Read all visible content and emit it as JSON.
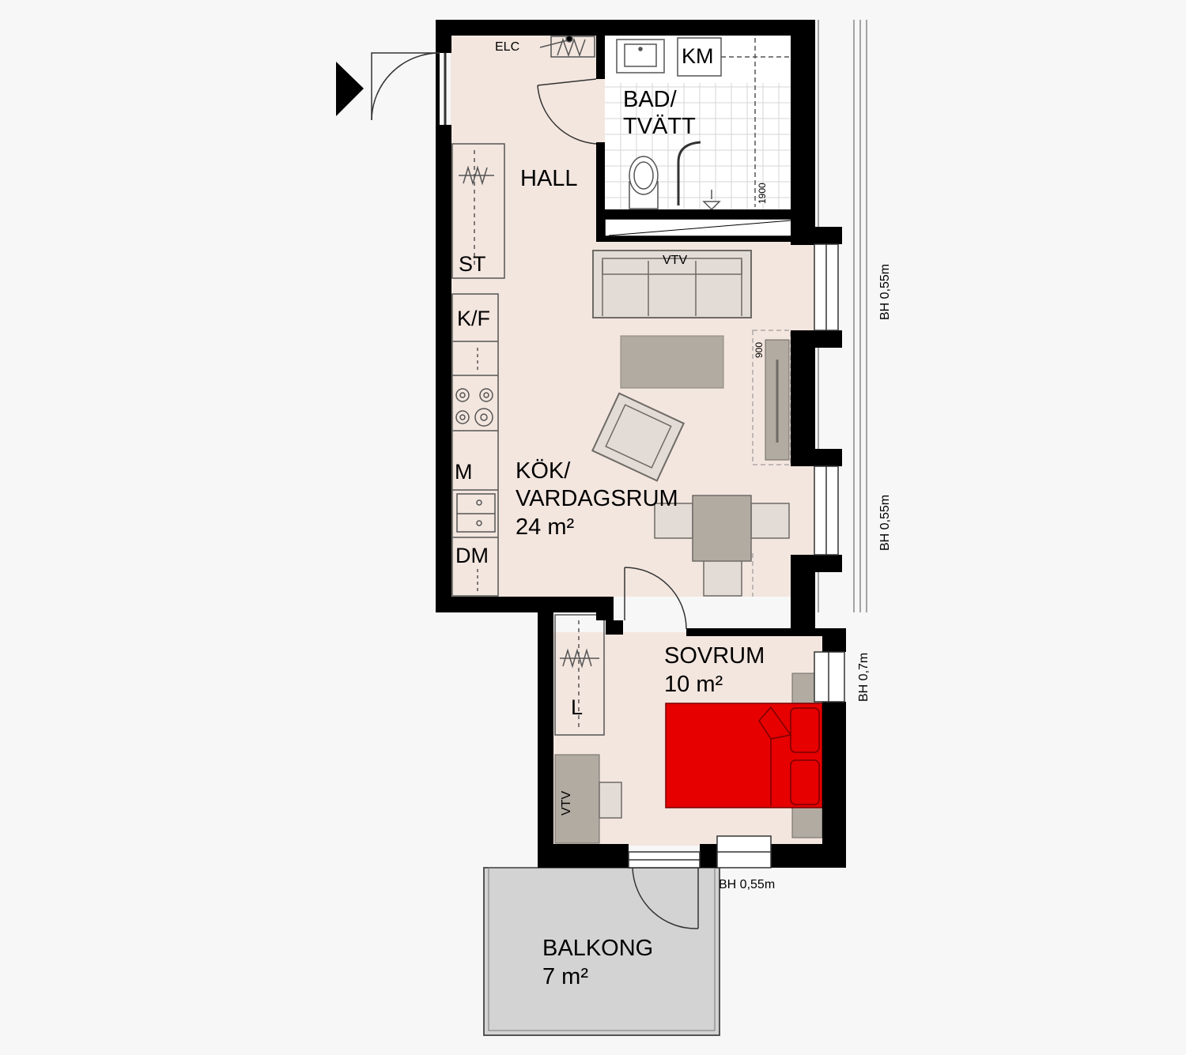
{
  "rooms": {
    "hall": {
      "name": "HALL"
    },
    "bath": {
      "line1": "BAD/",
      "line2": "TVÄTT"
    },
    "kitchen": {
      "line1": "KÖK/",
      "line2": "VARDAGSRUM",
      "area": "24 m²"
    },
    "bedroom": {
      "name": "SOVRUM",
      "area": "10 m²"
    },
    "balcony": {
      "name": "BALKONG",
      "area": "7 m²"
    }
  },
  "fixtures": {
    "elc": "ELC",
    "km": "KM",
    "st": "ST",
    "kf": "K/F",
    "m": "M",
    "dm": "DM",
    "l": "L",
    "vtv_sofa": "VTV",
    "vtv_desk": "VTV",
    "bath_dim": "1900",
    "tv_dim": "900"
  },
  "window_heights": {
    "east_upper": "BH 0,55m",
    "east_lower": "BH 0,55m",
    "bedroom_east": "BH 0,7m",
    "bedroom_south": "BH 0,55m"
  },
  "colors": {
    "background": "#f7f7f7",
    "floor": "#f3e6df",
    "wall": "#000000",
    "furniture": "#b2aba2",
    "furniture_light": "#e3dcd6",
    "bed": "#e60000",
    "balcony": "#d3d3d3"
  }
}
